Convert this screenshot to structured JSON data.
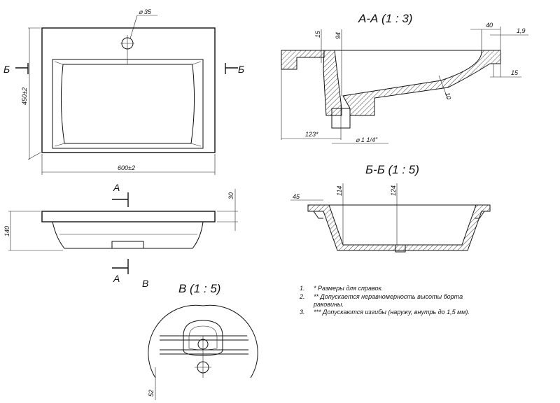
{
  "top_view": {
    "hole_dim": "⌀ 35",
    "height_dim": "450±2",
    "width_dim": "600±2",
    "section_left": "Б",
    "section_right": "Б"
  },
  "front_view": {
    "section_top": "A",
    "section_bottom": "A",
    "detail_marker": "B",
    "dim_top": "30",
    "dim_height": "140"
  },
  "section_aa": {
    "title": "А-А (1 : 3)",
    "dims": {
      "rim": "15",
      "depth": "94",
      "edge": "40",
      "lip": "1,9",
      "under": "15",
      "wall": "10",
      "drain_offset": "123*",
      "drain_dia": "⌀ 1 1/4\""
    }
  },
  "section_bb": {
    "title": "Б-Б (1 : 5)",
    "dims": {
      "rim": "45",
      "depth_inner": "114",
      "depth_outer": "124"
    }
  },
  "detail_v": {
    "title": "В (1 : 5)",
    "dim": "52"
  },
  "notes": [
    {
      "num": "1.",
      "text": "* Размеры для справок."
    },
    {
      "num": "2.",
      "text": "** Допускается неравномерность высоты борта",
      "cont": "раковины."
    },
    {
      "num": "3.",
      "text": "*** Допускаются изгибы (наружу, внутрь до 1,5 мм)."
    }
  ]
}
